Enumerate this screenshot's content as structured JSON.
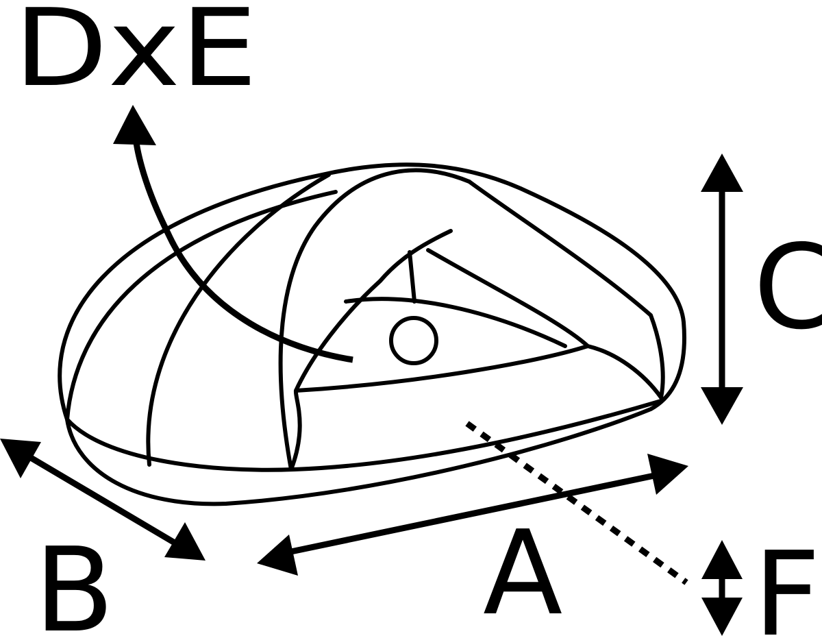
{
  "labels": {
    "dxe": "DxE",
    "c": "C",
    "b": "B",
    "a": "A",
    "f": "F"
  },
  "colors": {
    "stroke": "#000000",
    "background": "#ffffff"
  }
}
